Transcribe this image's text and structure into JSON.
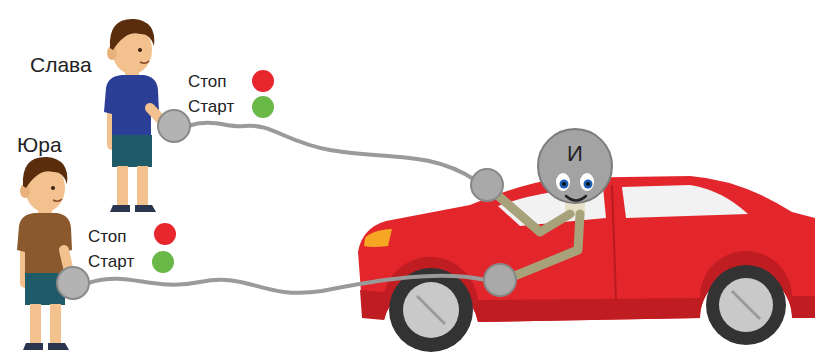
{
  "diagram": {
    "nodes": [
      {
        "text": [
          "И"
        ]
      }
    ],
    "labels": [
      "Слава",
      "Юра"
    ],
    "legend": [
      {
        "text": "Стоп",
        "color": "#e8262d"
      },
      {
        "text": "Старт",
        "color": "#6ab847"
      },
      {
        "text": "Стоп",
        "color": "#e8262d"
      },
      {
        "text": "Старт",
        "color": "#6ab847"
      }
    ]
  }
}
